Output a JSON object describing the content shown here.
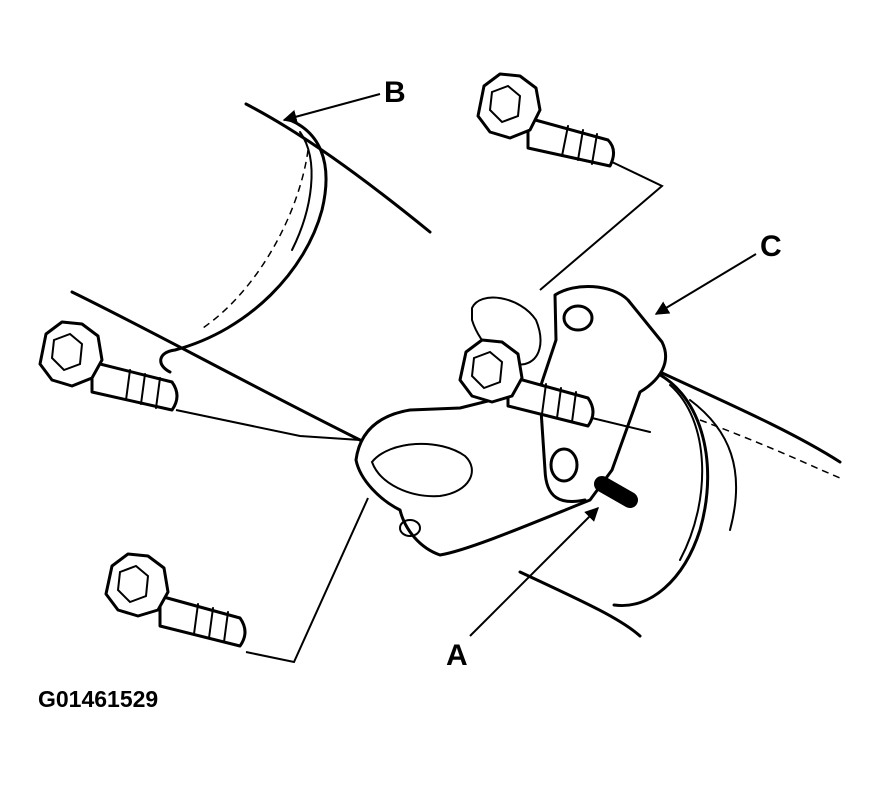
{
  "figure": {
    "id_text": "G01461529",
    "callouts": {
      "a": "A",
      "b": "B",
      "c": "C"
    }
  }
}
